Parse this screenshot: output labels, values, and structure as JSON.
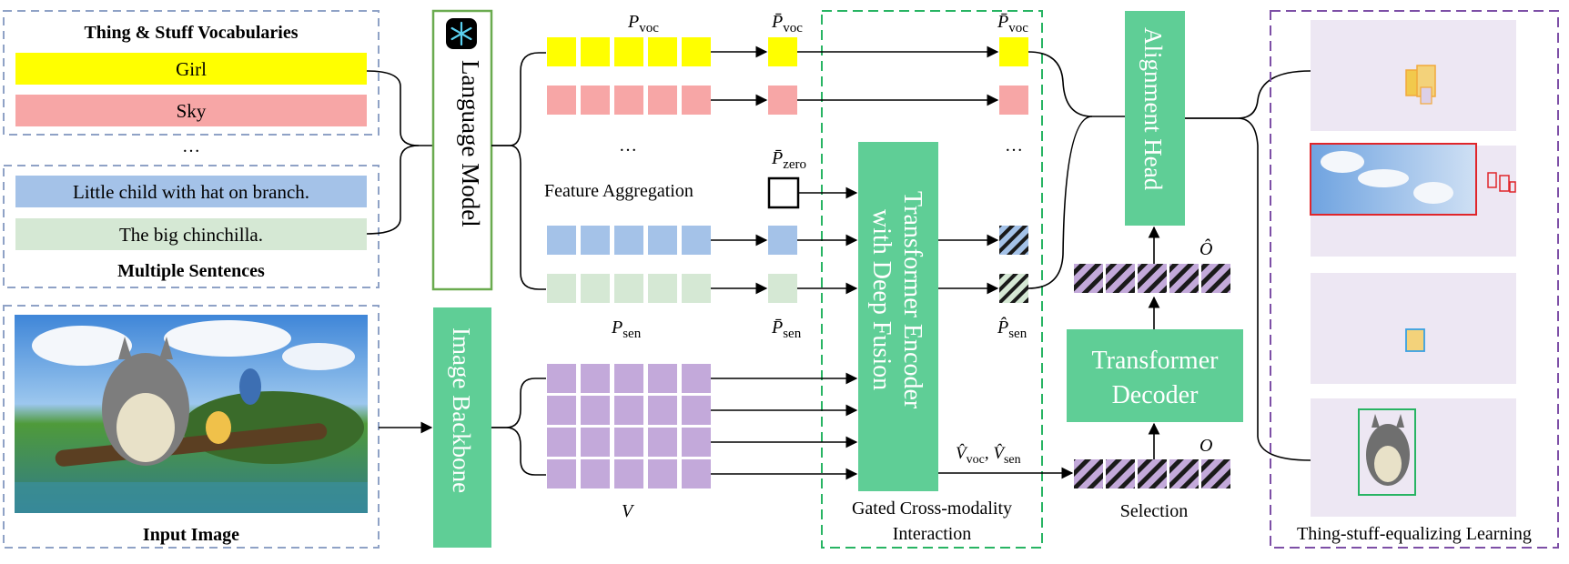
{
  "vocab_panel": {
    "title": "Thing & Stuff Vocabularies",
    "items": [
      "Girl",
      "Sky"
    ],
    "ellipsis": "…"
  },
  "sentence_panel": {
    "items": [
      "Little child with hat on branch.",
      "The big chinchilla."
    ],
    "caption": "Multiple Sentences"
  },
  "input_image": {
    "caption": "Input Image"
  },
  "language_model": {
    "label": "Language Model",
    "frozen_icon": "snowflake-icon"
  },
  "image_backbone": {
    "label": "Image Backbone"
  },
  "features": {
    "p_voc": "P",
    "p_voc_sub": "voc",
    "p_sen": "P",
    "p_sen_sub": "sen",
    "pbar_voc": "P̄",
    "pbar_voc_sub": "voc",
    "pbar_zero": "P̄",
    "pbar_zero_sub": "zero",
    "pbar_sen": "P̄",
    "pbar_sen_sub": "sen",
    "phat_voc": "P̄",
    "phat_voc_sub": "voc",
    "phat_sen": "P̂",
    "phat_sen_sub": "sen",
    "v": "V",
    "vhat": "V̂",
    "vhat_voc_sub": "voc",
    "vhat_sep": ", ",
    "vhat_sen_sub": "sen",
    "ellipsis_1": "…",
    "ellipsis_2": "…",
    "aggregation": "Feature Aggregation"
  },
  "fusion": {
    "encoder_label_line1": "Transformer Encoder",
    "encoder_label_line2": "with Deep Fusion",
    "caption_line1": "Gated Cross-modality",
    "caption_line2": "Interaction"
  },
  "decoder": {
    "label_line1": "Transformer",
    "label_line2": "Decoder",
    "o_label": "O",
    "ohat_label": "Ô",
    "selection": "Selection"
  },
  "alignment_head": {
    "label": "Alignment Head"
  },
  "tse_learning": {
    "caption": "Thing-stuff-equalizing Learning"
  },
  "colors": {
    "yellow": "#ffff00",
    "pink": "#f7a6a6",
    "blue": "#a4c2e8",
    "lightgreen": "#d5e8d4",
    "purple": "#c3a9da",
    "green_block": "#5fce96",
    "lavender": "#ede7f3",
    "dash_blue": "#8fa2c6",
    "dash_green": "#28b463",
    "dash_purple": "#7d4fa6"
  }
}
